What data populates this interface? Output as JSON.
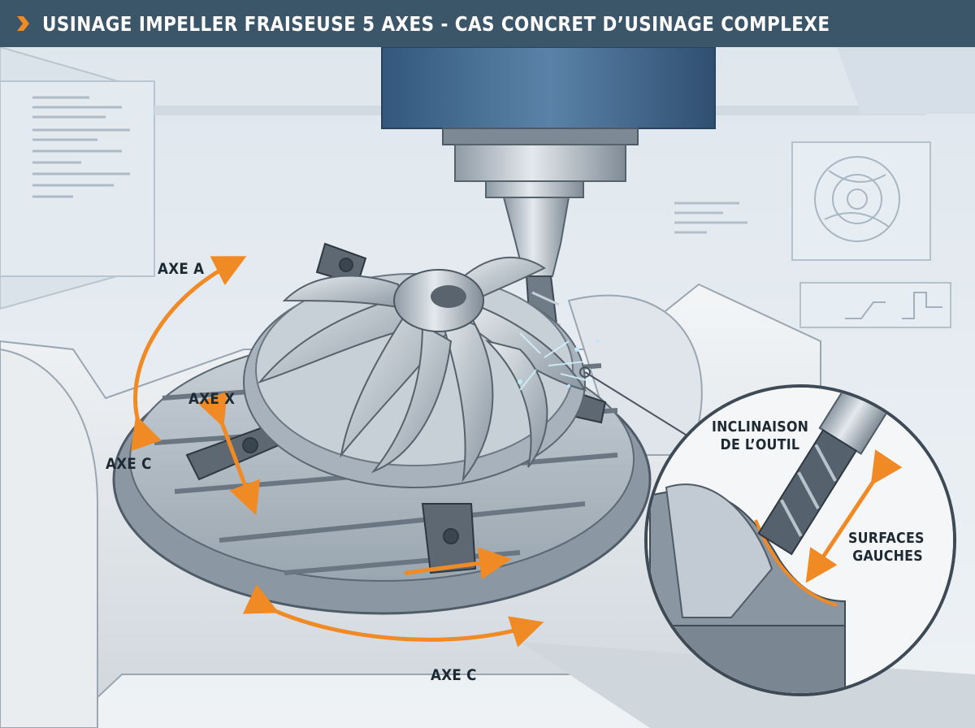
{
  "header": {
    "title": "USINAGE IMPELLER FRAISEUSE 5 AXES - CAS CONCRET D’USINAGE COMPLEXE"
  },
  "labels": {
    "axe_a": "AXE A",
    "axe_x": "AXE X",
    "axe_c_left": "AXE C",
    "axe_c_bottom": "AXE C",
    "inclinaison_line1": "INCLINAISON",
    "inclinaison_line2": "DE L’OUTIL",
    "surfaces_line1": "SURFACES",
    "surfaces_line2": "GAUCHES"
  },
  "colors": {
    "header_bg": "#3b5569",
    "accent_orange": "#f08a24",
    "metal": "#b9c2ca",
    "spindle_blue": "#4a6f93"
  },
  "icons": [
    "chevron-right-icon"
  ]
}
